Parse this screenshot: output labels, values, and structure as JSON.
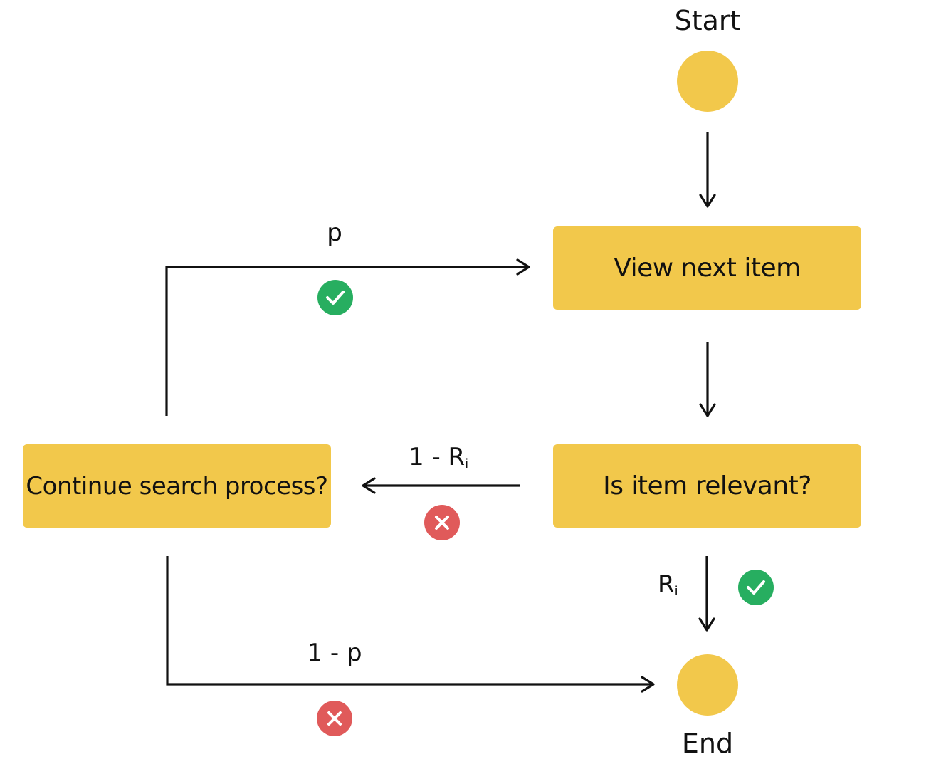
{
  "nodes": {
    "start": {
      "label": "Start"
    },
    "end": {
      "label": "End"
    },
    "view_next_item": {
      "label": "View next item"
    },
    "is_item_relevant": {
      "label": "Is item relevant?"
    },
    "continue_search": {
      "label": "Continue search process?"
    }
  },
  "edges": {
    "continue_to_view": {
      "label": "p",
      "status": "yes",
      "icon": "check-circle-icon"
    },
    "relevant_to_continue": {
      "label_main": "1 - R",
      "label_sub": "i",
      "status": "no",
      "icon": "x-circle-icon"
    },
    "relevant_to_end": {
      "label_main": "R",
      "label_sub": "i",
      "status": "yes",
      "icon": "check-circle-icon"
    },
    "continue_to_end": {
      "label": "1 - p",
      "status": "no",
      "icon": "x-circle-icon"
    }
  },
  "colors": {
    "node_fill": "#f2c84b",
    "yes": "#27ae60",
    "no": "#e05a5a",
    "line": "#111111"
  }
}
